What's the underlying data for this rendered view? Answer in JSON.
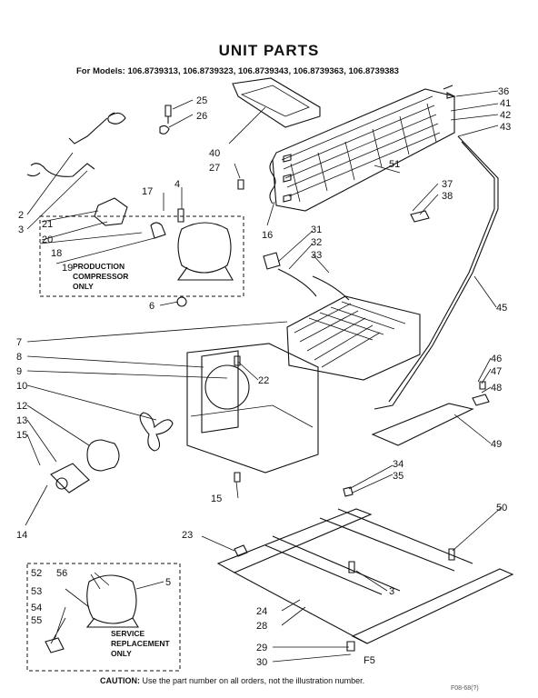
{
  "header": {
    "title": "UNIT PARTS",
    "models": "For Models: 106.8739313, 106.8739323, 106.8739343, 106.8739363, 106.8739383"
  },
  "boxes": {
    "production": [
      "PRODUCTION",
      "COMPRESSOR",
      "ONLY"
    ],
    "service": [
      "SERVICE",
      "REPLACEMENT",
      "ONLY"
    ]
  },
  "part_numbers": [
    "25",
    "26",
    "40",
    "27",
    "36",
    "41",
    "42",
    "43",
    "51",
    "37",
    "38",
    "16",
    "17",
    "4",
    "2",
    "21",
    "3",
    "20",
    "18",
    "19",
    "31",
    "32",
    "33",
    "45",
    "6",
    "7",
    "8",
    "22",
    "9",
    "10",
    "46",
    "47",
    "48",
    "12",
    "13",
    "49",
    "15",
    "34",
    "35",
    "14",
    "15",
    "50",
    "23",
    "3",
    "52",
    "56",
    "5",
    "24",
    "28",
    "53",
    "54",
    "55",
    "29",
    "30"
  ],
  "bottom_mark": "F5",
  "footer": {
    "caution_label": "CAUTION:",
    "caution_text": "Use the part number on all orders, not the illustration number.",
    "stamp": "F08-68(?)"
  }
}
